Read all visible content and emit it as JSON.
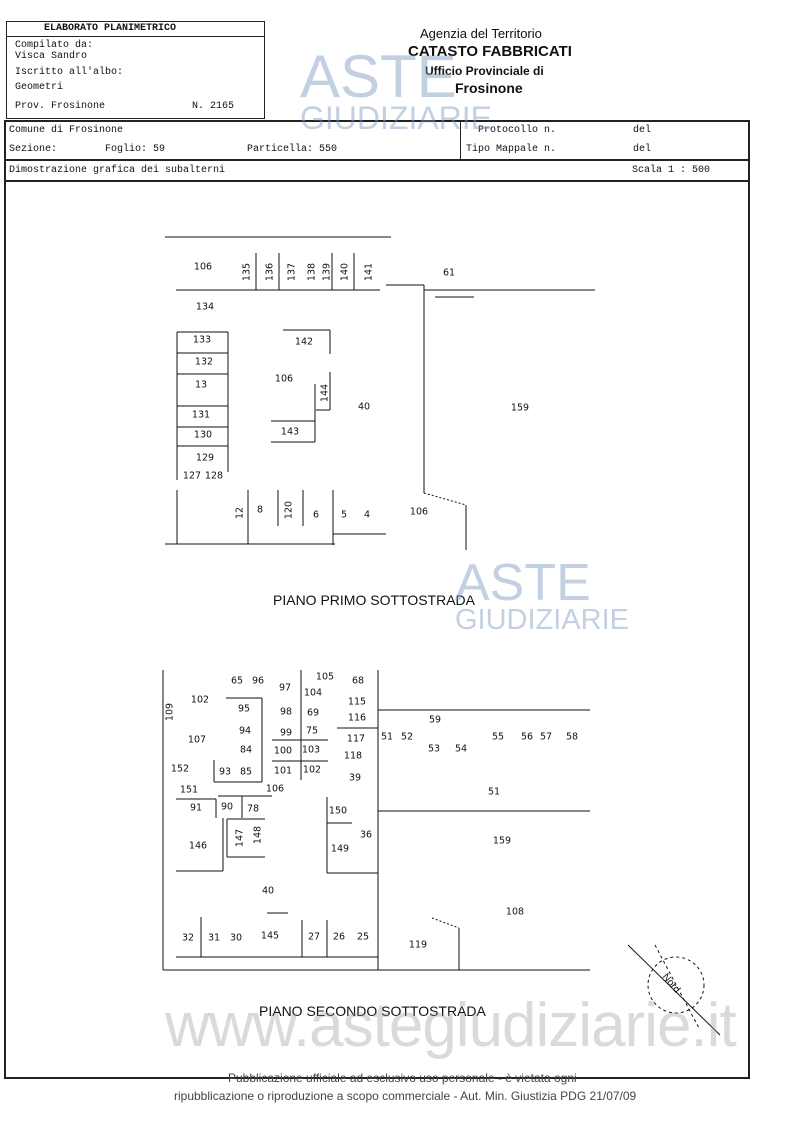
{
  "header": {
    "title": "ELABORATO PLANIMETRICO",
    "compiled_label": "Compilato da:",
    "compiled_name": "Visca Sandro",
    "registered_label": "Iscritto all'albo:",
    "registered_value": "Geometri",
    "province": "Prov. Frosinone",
    "number": "N.  2165",
    "agency": "Agenzia del Territorio",
    "catasto": "CATASTO FABBRICATI",
    "office": "Ufficio Provinciale di",
    "office_city": "Frosinone"
  },
  "info": {
    "comune": "Comune di Frosinone",
    "sezione": "Sezione:",
    "foglio": "Foglio: 59",
    "particella": "Particella: 550",
    "protocollo": "Protocollo n.",
    "protocollo_del": "del",
    "tipo_mappale": "Tipo Mappale n.",
    "tipo_del": "del",
    "demo": "Dimostrazione grafica dei subalterni",
    "scala": "Scala 1 : 500"
  },
  "plans": {
    "floor1_title": "PIANO PRIMO SOTTOSTRADA",
    "floor2_title": "PIANO SECONDO SOTTOSTRADA",
    "floor1_labels": [
      "106",
      "135",
      "136",
      "137",
      "138",
      "139",
      "140",
      "141",
      "61",
      "134",
      "133",
      "132",
      "13",
      "131",
      "130",
      "129",
      "127",
      "128",
      "142",
      "106",
      "144",
      "40",
      "143",
      "159",
      "12",
      "8",
      "120",
      "6",
      "5",
      "4",
      "106"
    ],
    "floor2_labels": [
      "65",
      "96",
      "97",
      "104",
      "105",
      "68",
      "102",
      "109",
      "95",
      "98",
      "69",
      "115",
      "116",
      "94",
      "99",
      "75",
      "117",
      "107",
      "84",
      "100",
      "103",
      "118",
      "152",
      "93",
      "85",
      "101",
      "102",
      "39",
      "151",
      "106",
      "91",
      "90",
      "78",
      "150",
      "147",
      "148",
      "36",
      "146",
      "149",
      "40",
      "32",
      "31",
      "30",
      "145",
      "27",
      "26",
      "25",
      "51",
      "52",
      "59",
      "53",
      "54",
      "55",
      "56",
      "57",
      "58",
      "51",
      "159",
      "108",
      "119"
    ],
    "north": "Nord"
  },
  "watermark": {
    "brand_top": "ASTE",
    "brand_bottom": "GIUDIZIARIE",
    "url": "www.astegiudiziarie.it"
  },
  "footer": {
    "line1": "Pubblicazione ufficiale ad esclusivo uso personale - è vietata ogni",
    "line2": "ripubblicazione o riproduzione a scopo commerciale - Aut. Min. Giustizia PDG 21/07/09"
  }
}
